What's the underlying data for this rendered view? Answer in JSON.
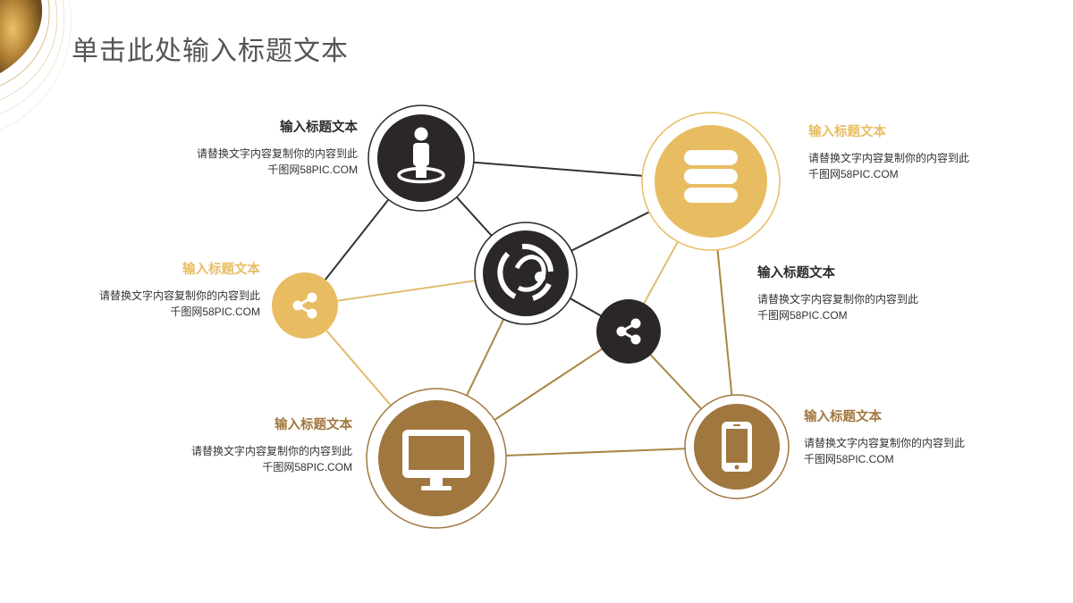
{
  "title": "单击此处输入标题文本",
  "colors": {
    "dark": "#2b2726",
    "gold": "#e8bd62",
    "bronze": "#a0773f",
    "line_dark": "#333333",
    "line_gold": "#e0bd6e",
    "line_bronze": "#a98744"
  },
  "nodes": [
    {
      "id": "person",
      "icon": "person-icon"
    },
    {
      "id": "database",
      "icon": "database-icon"
    },
    {
      "id": "globe",
      "icon": "globe-network-icon"
    },
    {
      "id": "share-left",
      "icon": "share-icon"
    },
    {
      "id": "share-center",
      "icon": "share-icon"
    },
    {
      "id": "monitor",
      "icon": "monitor-icon"
    },
    {
      "id": "phone",
      "icon": "smartphone-icon"
    }
  ],
  "blocks": {
    "top_left": {
      "title": "输入标题文本",
      "line1": "请替换文字内容复制你的内容到此",
      "line2": "千图网58PIC.COM"
    },
    "top_right": {
      "title": "输入标题文本",
      "line1": "请替换文字内容复制你的内容到此",
      "line2": "千图网58PIC.COM"
    },
    "mid_left": {
      "title": "输入标题文本",
      "line1": "请替换文字内容复制你的内容到此",
      "line2": "千图网58PIC.COM"
    },
    "mid_right": {
      "title": "输入标题文本",
      "line1": "请替换文字内容复制你的内容到此",
      "line2": "千图网58PIC.COM"
    },
    "bottom_left": {
      "title": "输入标题文本",
      "line1": "请替换文字内容复制你的内容到此",
      "line2": "千图网58PIC.COM"
    },
    "bottom_right": {
      "title": "输入标题文本",
      "line1": "请替换文字内容复制你的内容到此",
      "line2": "千图网58PIC.COM"
    }
  }
}
